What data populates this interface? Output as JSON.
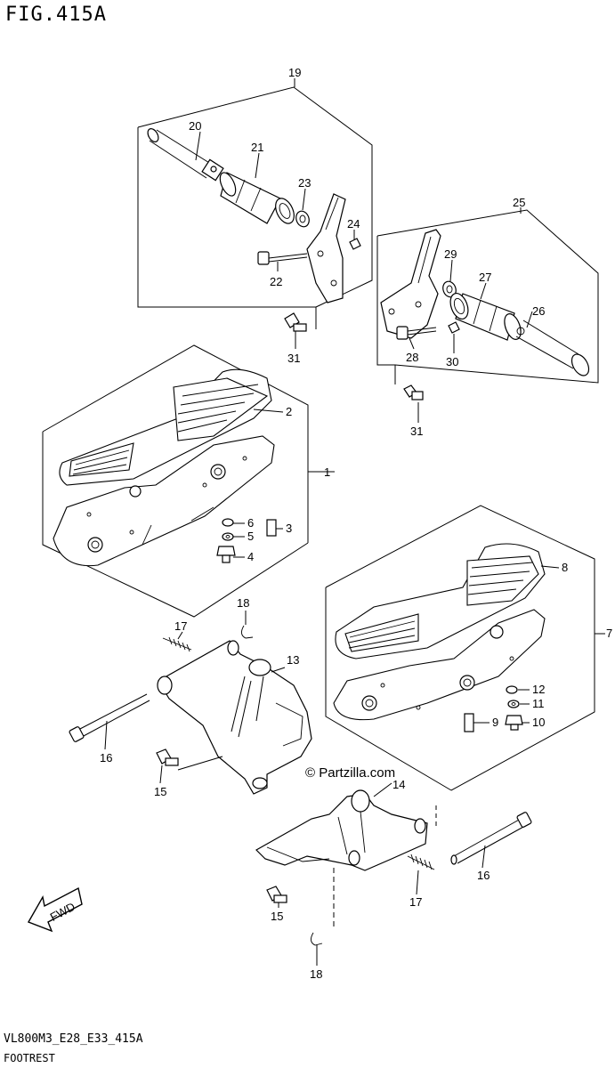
{
  "figure": {
    "title": "FIG.415A",
    "code": "VL800M3_E28_E33_415A",
    "name": "FOOTREST",
    "watermark": "© Partzilla.com",
    "fwd_label": "FWD"
  },
  "callouts": [
    {
      "id": "c19",
      "text": "19"
    },
    {
      "id": "c20",
      "text": "20"
    },
    {
      "id": "c21",
      "text": "21"
    },
    {
      "id": "c23",
      "text": "23"
    },
    {
      "id": "c24",
      "text": "24"
    },
    {
      "id": "c22",
      "text": "22"
    },
    {
      "id": "c31a",
      "text": "31"
    },
    {
      "id": "c25",
      "text": "25"
    },
    {
      "id": "c29",
      "text": "29"
    },
    {
      "id": "c27",
      "text": "27"
    },
    {
      "id": "c26",
      "text": "26"
    },
    {
      "id": "c28",
      "text": "28"
    },
    {
      "id": "c30",
      "text": "30"
    },
    {
      "id": "c31b",
      "text": "31"
    },
    {
      "id": "c2",
      "text": "2"
    },
    {
      "id": "c1",
      "text": "1"
    },
    {
      "id": "c6",
      "text": "6"
    },
    {
      "id": "c5",
      "text": "5"
    },
    {
      "id": "c3",
      "text": "3"
    },
    {
      "id": "c4",
      "text": "4"
    },
    {
      "id": "c8",
      "text": "8"
    },
    {
      "id": "c7",
      "text": "7"
    },
    {
      "id": "c12",
      "text": "12"
    },
    {
      "id": "c11",
      "text": "11"
    },
    {
      "id": "c9",
      "text": "9"
    },
    {
      "id": "c10",
      "text": "10"
    },
    {
      "id": "c18a",
      "text": "18"
    },
    {
      "id": "c17a",
      "text": "17"
    },
    {
      "id": "c13",
      "text": "13"
    },
    {
      "id": "c16a",
      "text": "16"
    },
    {
      "id": "c15a",
      "text": "15"
    },
    {
      "id": "c14",
      "text": "14"
    },
    {
      "id": "c16b",
      "text": "16"
    },
    {
      "id": "c17b",
      "text": "17"
    },
    {
      "id": "c15b",
      "text": "15"
    },
    {
      "id": "c18b",
      "text": "18"
    }
  ]
}
